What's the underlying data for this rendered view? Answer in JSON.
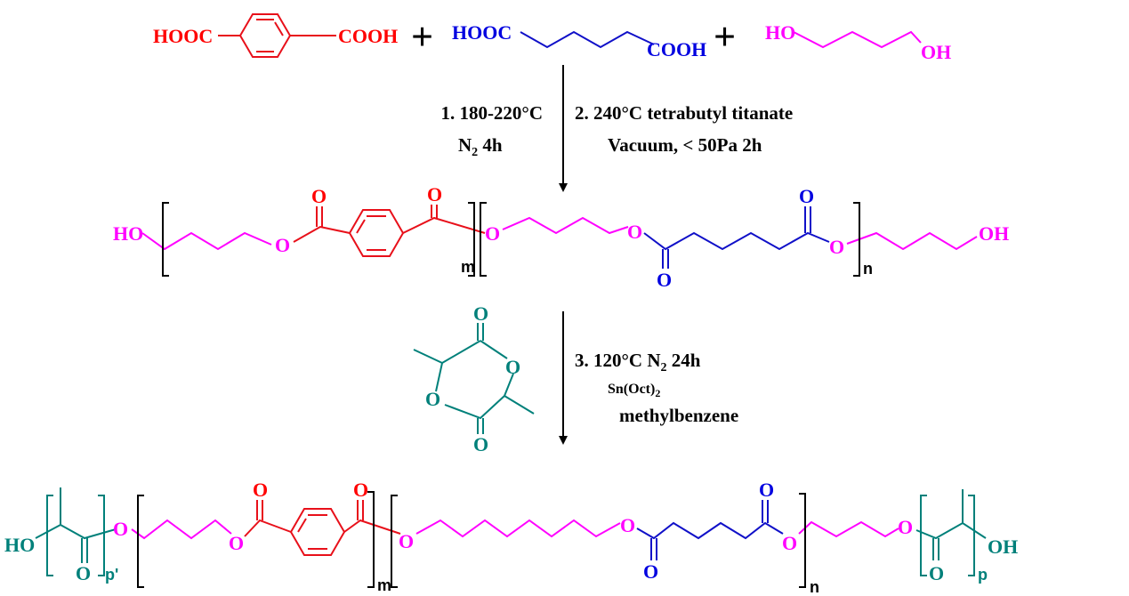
{
  "reactants": {
    "terephthalic_left": "HOOC",
    "terephthalic_right": "COOH",
    "adipic_left": "HOOC",
    "adipic_right": "COOH",
    "butanediol_left": "HO",
    "butanediol_right": "OH",
    "plus": "+"
  },
  "step1": {
    "line1": "1.  180-220°C",
    "line2_n": "N",
    "line2_sub": "2",
    "line2_rest": " 4h"
  },
  "step2": {
    "line1": "2.  240°C tetrabutyl titanate",
    "line2": "Vacuum, < 50Pa 2h"
  },
  "step3": {
    "line1_a": "3.  120°C N",
    "line1_sub": "2",
    "line1_b": " 24h",
    "catalyst": "Sn(Oct)",
    "catalyst_sub": "2",
    "solvent": "methylbenzene"
  },
  "atoms": {
    "O": "O",
    "HO": "HO",
    "OH": "OH"
  },
  "subscripts": {
    "m": "m",
    "n": "n",
    "p": "p",
    "p_prime": "p'"
  },
  "colors": {
    "terephthalate": "#ff0000",
    "adipate": "#0000e0",
    "butanediol": "#ff00ff",
    "lactide": "#00807a"
  }
}
